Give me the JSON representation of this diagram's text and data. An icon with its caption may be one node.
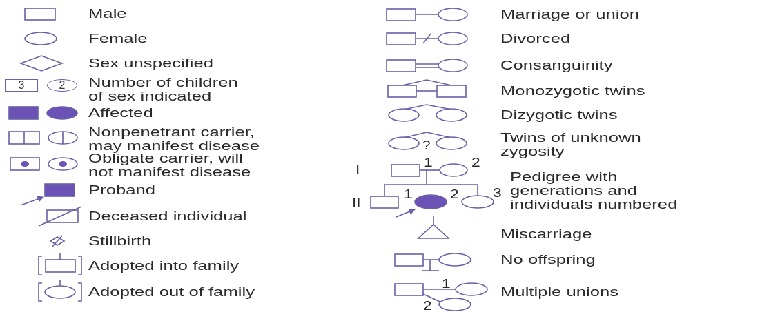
{
  "diagram": {
    "nodes": [
      {
        "text": [
          "3"
        ]
      },
      {
        "text": [
          "2"
        ]
      }
    ],
    "labels": [
      "Male",
      "Female",
      "Sex unspecified",
      "Number of children of sex indicated",
      "Affected",
      "Nonpenetrant carrier, may manifest disease",
      "Obligate carrier, will not manifest disease",
      "Proband",
      "Deceased individual",
      "Stillbirth",
      "Adopted into family",
      "Adopted out of family",
      "Marriage or union",
      "Divorced",
      "Consanguinity",
      "Monozygotic twins",
      "Dizygotic twins",
      "?",
      "Twins of unknown zygosity",
      "I",
      "1",
      "2",
      "Pedigree with generations and individuals numbered",
      "II",
      "1",
      "2",
      "3",
      "Miscarriage",
      "No offspring",
      "1",
      "2",
      "Multiple unions"
    ]
  }
}
